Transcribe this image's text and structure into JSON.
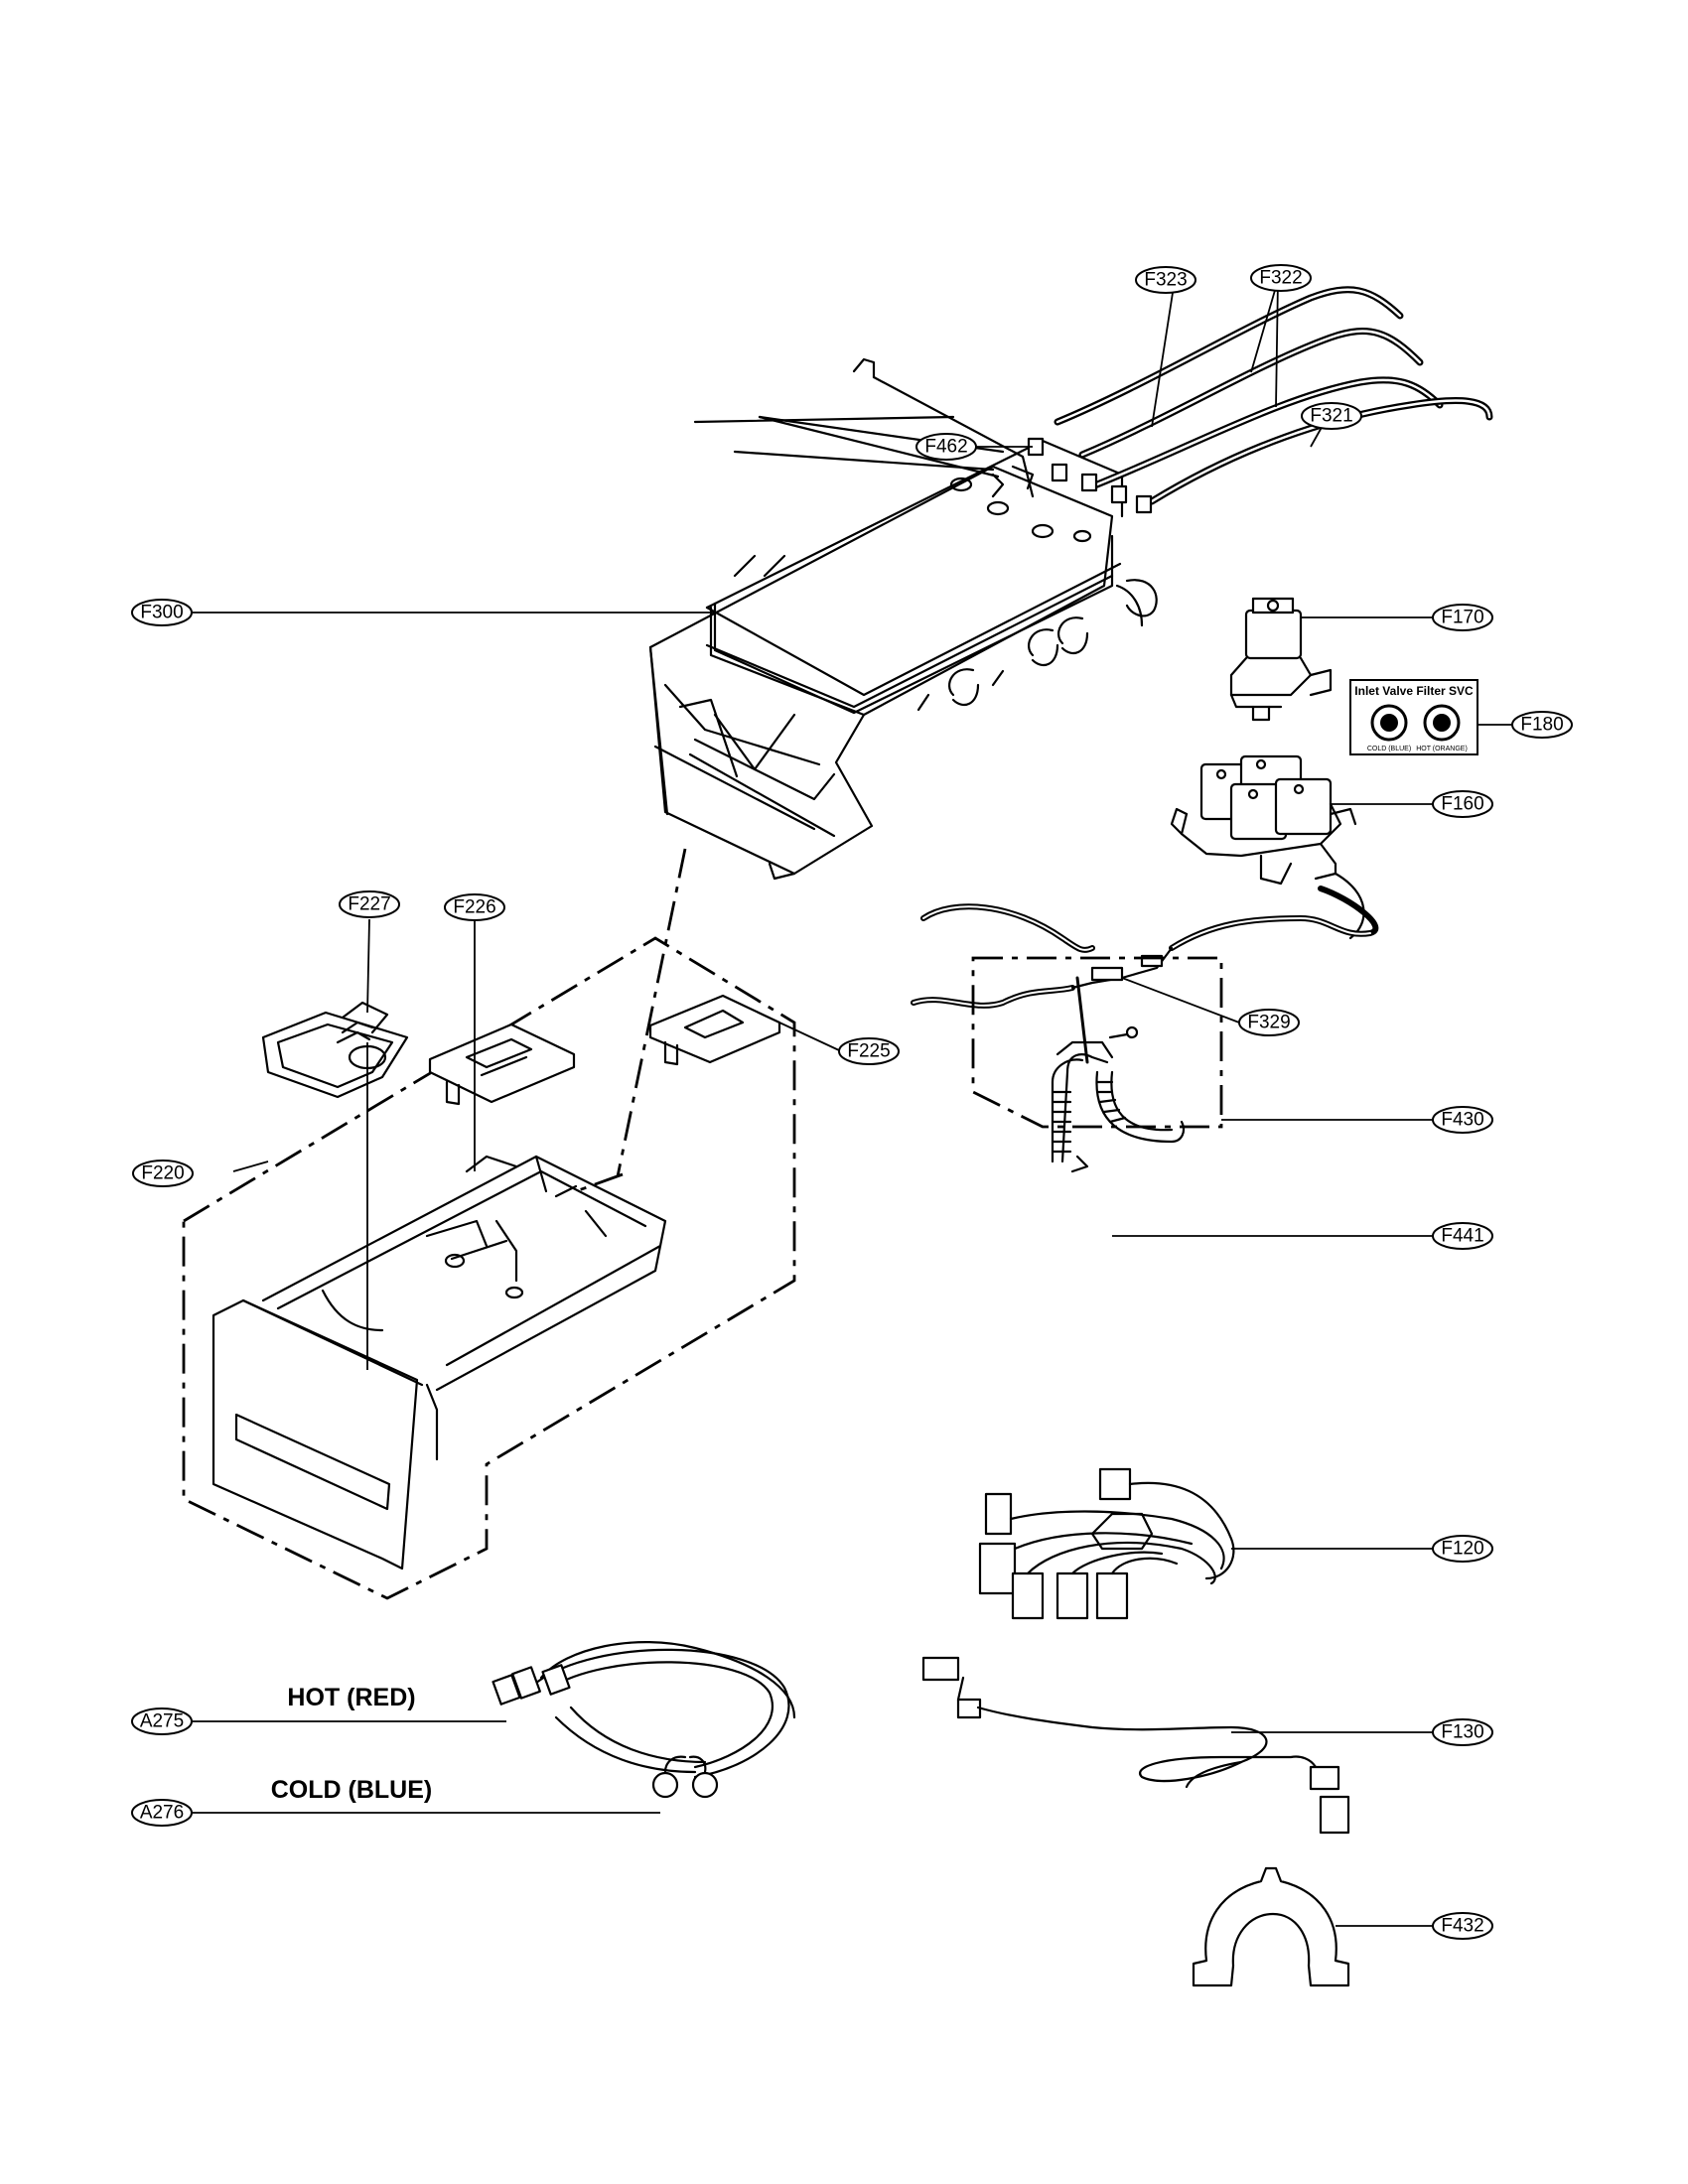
{
  "callouts": {
    "F323": "F323",
    "F322": "F322",
    "F462": "F462",
    "F321": "F321",
    "F300": "F300",
    "F170": "F170",
    "F180": "F180",
    "F160": "F160",
    "F227": "F227",
    "F226": "F226",
    "F225": "F225",
    "F220": "F220",
    "F329": "F329",
    "F430": "F430",
    "F441": "F441",
    "F120": "F120",
    "F130": "F130",
    "F432": "F432",
    "A275": "A275",
    "A276": "A276"
  },
  "labels": {
    "hot": "HOT (RED)",
    "cold": "COLD (BLUE)"
  },
  "filter_kit": {
    "title": "Inlet Valve Filter SVC",
    "cold": "COLD (BLUE)",
    "hot": "HOT (ORANGE)"
  }
}
